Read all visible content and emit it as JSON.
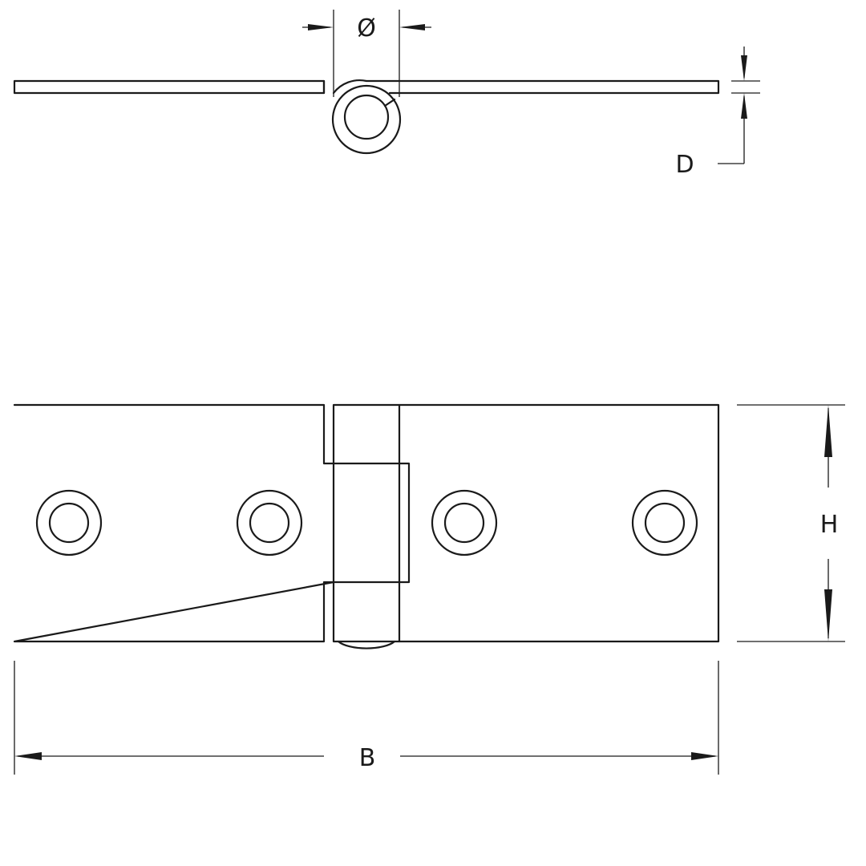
{
  "diagram": {
    "labels": {
      "pin_diameter": "Ø",
      "thickness": "D",
      "height": "H",
      "width": "B"
    },
    "colors": {
      "line": "#1a1a1a",
      "background": "#ffffff"
    }
  }
}
